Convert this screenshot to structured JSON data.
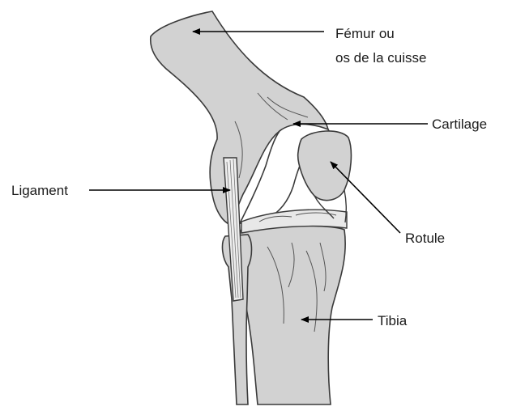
{
  "diagram": {
    "labels": {
      "femur_line1": "Fémur ou",
      "femur_line2": "os de la cuisse",
      "cartilage": "Cartilage",
      "ligament": "Ligament",
      "rotule": "Rotule",
      "tibia": "Tibia"
    },
    "colors": {
      "bone_fill": "#d2d2d2",
      "cartilage_fill": "#ffffff",
      "outline": "#3a3a3a",
      "arrow": "#000000",
      "background": "#ffffff"
    }
  }
}
